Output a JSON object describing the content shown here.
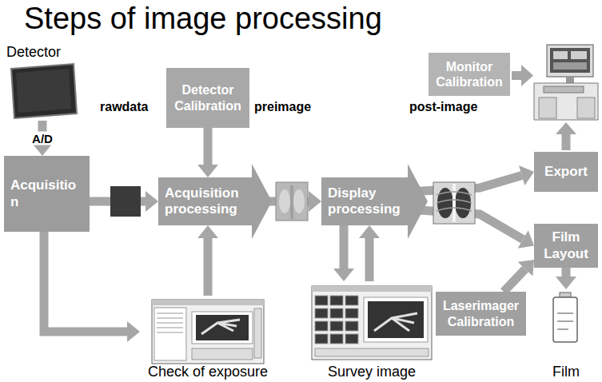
{
  "diagram": {
    "title": "Steps of image processing",
    "nodes": [
      {
        "text": [
          "Detector"
        ]
      },
      {
        "text": [
          "Acquisitio n"
        ]
      },
      {
        "text": [
          "Detector Calibration"
        ]
      },
      {
        "text": [
          "Acquisition processing"
        ]
      },
      {
        "text": [
          "Check of exposure"
        ]
      },
      {
        "text": [
          "Display processing"
        ]
      },
      {
        "text": [
          "Survey image"
        ]
      },
      {
        "text": [
          "Monitor Calibration"
        ]
      },
      {
        "text": [
          "Export"
        ]
      },
      {
        "text": [
          "Film Layout"
        ]
      },
      {
        "text": [
          "Laserimager Calibration"
        ]
      },
      {
        "text": [
          "Film"
        ]
      }
    ],
    "edges": [
      {
        "from": 0,
        "to": 1,
        "arrow": "to",
        "label": "A/D"
      },
      {
        "from": 1,
        "to": 3,
        "arrow": "to"
      },
      {
        "from": 1,
        "to": 4,
        "arrow": "to"
      },
      {
        "from": 2,
        "to": 3,
        "arrow": "to"
      },
      {
        "from": 4,
        "to": 3,
        "arrow": "to"
      },
      {
        "from": 3,
        "to": 5,
        "arrow": "to"
      },
      {
        "from": 5,
        "to": 6,
        "arrow": "to"
      },
      {
        "from": 6,
        "to": 5,
        "arrow": "to"
      },
      {
        "from": 5,
        "to": 8,
        "arrow": "to"
      },
      {
        "from": 5,
        "to": 9,
        "arrow": "to"
      },
      {
        "from": 10,
        "to": 9,
        "arrow": "to"
      },
      {
        "from": 9,
        "to": 11,
        "arrow": "to"
      }
    ],
    "labels": [
      "rawdata",
      "preimage",
      "post-image"
    ]
  }
}
